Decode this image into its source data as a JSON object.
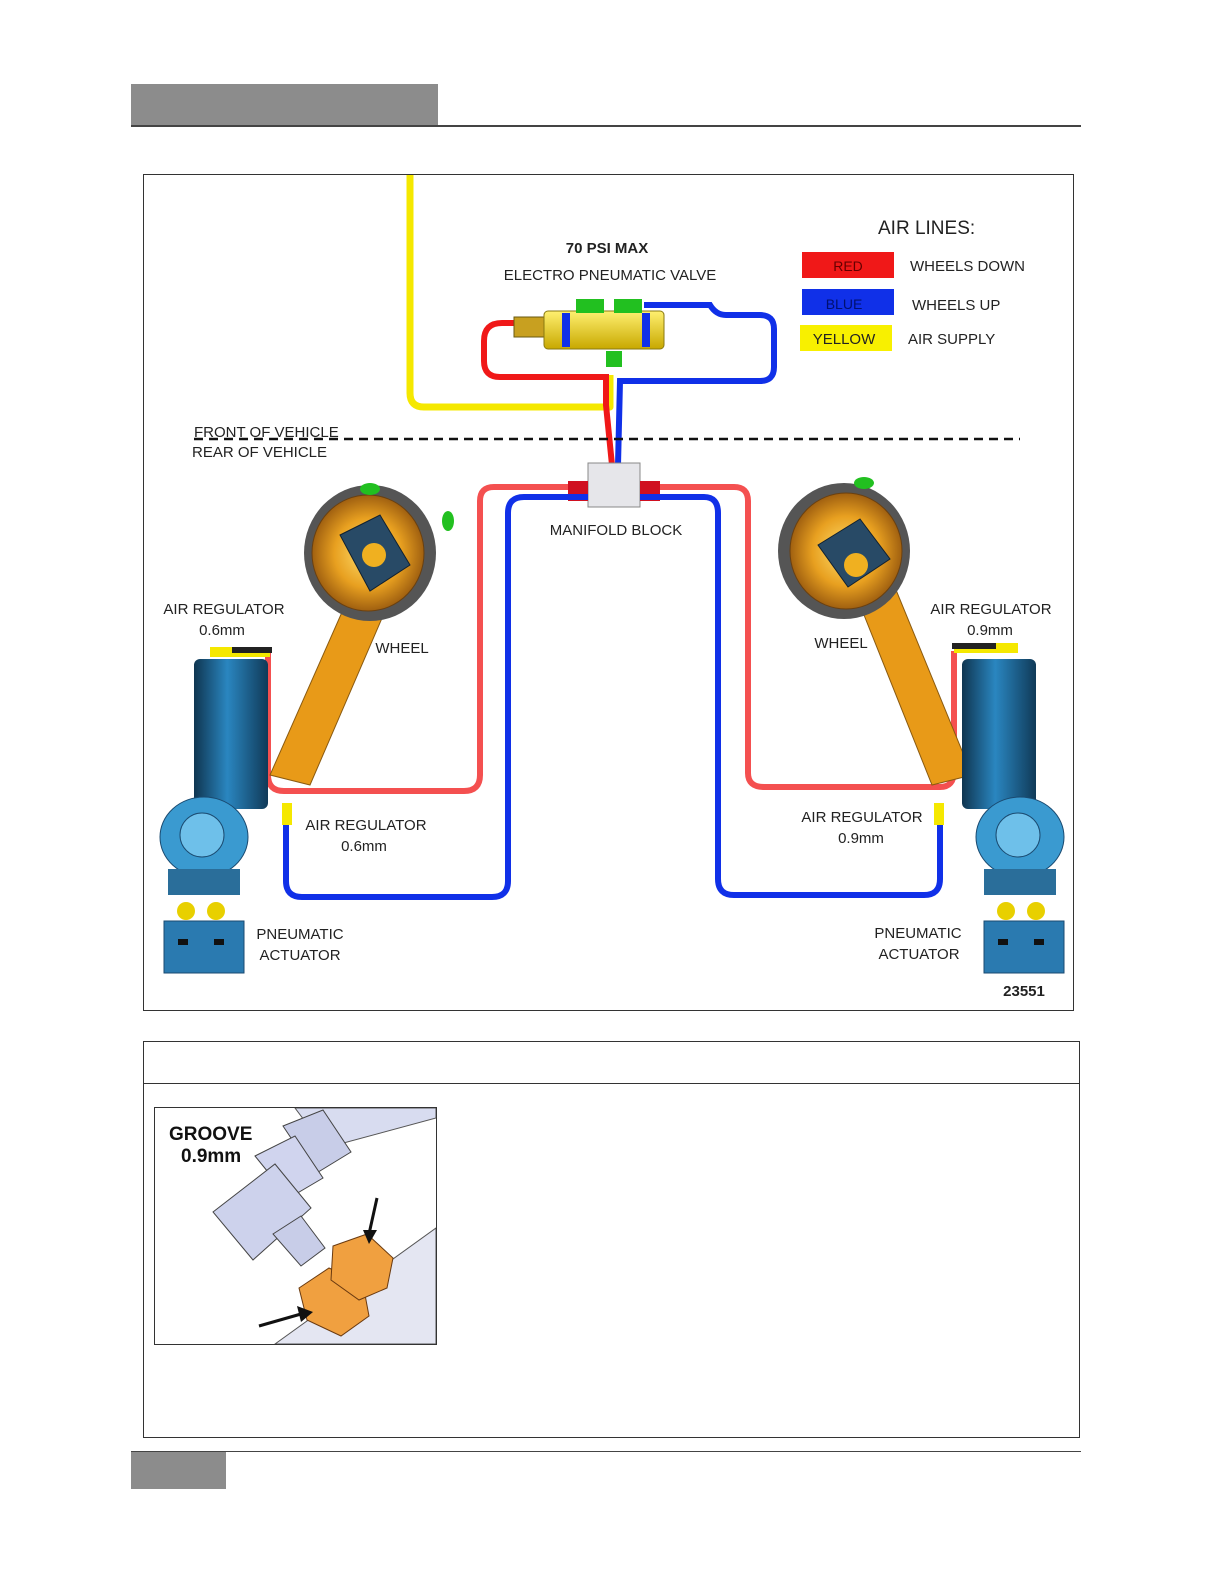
{
  "diagram": {
    "air_lines_title": "AIR LINES:",
    "legend": [
      {
        "swatch": "RED",
        "label": "WHEELS DOWN",
        "color": "#f01818"
      },
      {
        "swatch": "BLUE",
        "label": "WHEELS UP",
        "color": "#1030e8"
      },
      {
        "swatch": "YELLOW",
        "label": "AIR SUPPLY",
        "color": "#f8f000"
      }
    ],
    "valve_psi": "70 PSI MAX",
    "valve_label": "ELECTRO PNEUMATIC VALVE",
    "front_label": "FRONT OF VEHICLE",
    "rear_label": "REAR OF VEHICLE",
    "manifold_label": "MANIFOLD BLOCK",
    "left": {
      "regulator_top": [
        "AIR REGULATOR",
        "0.6mm"
      ],
      "wheel": "WHEEL",
      "regulator_bottom": [
        "AIR REGULATOR",
        "0.6mm"
      ],
      "actuator": [
        "PNEUMATIC",
        "ACTUATOR"
      ]
    },
    "right": {
      "regulator_top": [
        "AIR REGULATOR",
        "0.9mm"
      ],
      "wheel": "WHEEL",
      "regulator_bottom": [
        "AIR REGULATOR",
        "0.9mm"
      ],
      "actuator": [
        "PNEUMATIC",
        "ACTUATOR"
      ]
    },
    "figure_number": "23551"
  },
  "detail": {
    "groove_label": "GROOVE",
    "groove_size": "0.9mm"
  }
}
